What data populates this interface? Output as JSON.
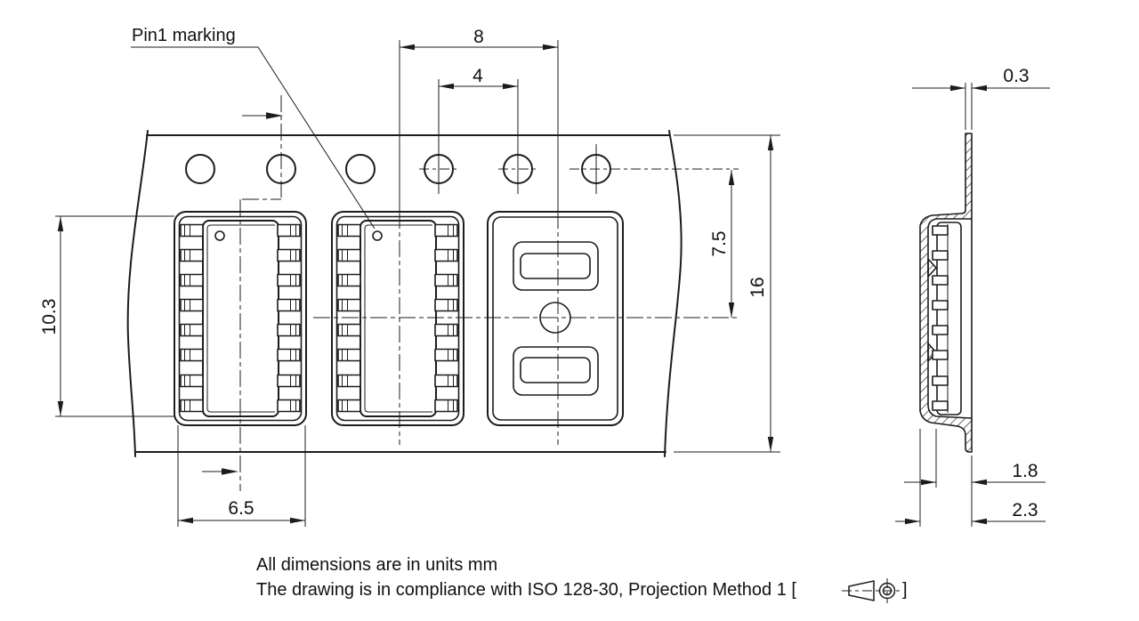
{
  "drawing": {
    "pin1_label": "Pin1 marking",
    "dims": {
      "pocket_pitch": "8",
      "hole_pitch": "4",
      "hole_to_pocket_center": "7.5",
      "tape_width": "16",
      "pocket_length": "10.3",
      "pocket_width": "6.5",
      "tape_thickness": "0.3",
      "pocket_inner_depth": "1.8",
      "pocket_total_depth": "2.3"
    },
    "notes": {
      "line1": "All dimensions are in units mm",
      "line2_prefix": "The drawing is in compliance with ISO 128-30, Projection Method 1 [",
      "line2_suffix": "]"
    },
    "colors": {
      "line": "#1c1c1c",
      "background": "#ffffff"
    }
  }
}
